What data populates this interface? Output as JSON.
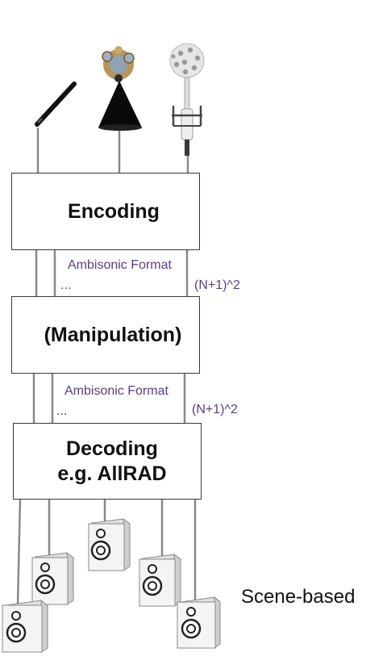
{
  "encoding_label": "Encoding",
  "manipulation_label": "(Manipulation)",
  "decoding_line1": "Decoding",
  "decoding_line2": "e.g. AllRAD",
  "format_label_1": "Ambisonic Format",
  "format_label_2": "Ambisonic Format",
  "ellipsis_1": "...",
  "ellipsis_2": "...",
  "channels_label_1": "(N+1)^2",
  "channels_label_2": "(N+1)^2",
  "scene_label": "Scene-based",
  "colors": {
    "label_purple": "#5b3c8e",
    "line_gray": "#888888",
    "box_border": "#3a3a3a"
  }
}
